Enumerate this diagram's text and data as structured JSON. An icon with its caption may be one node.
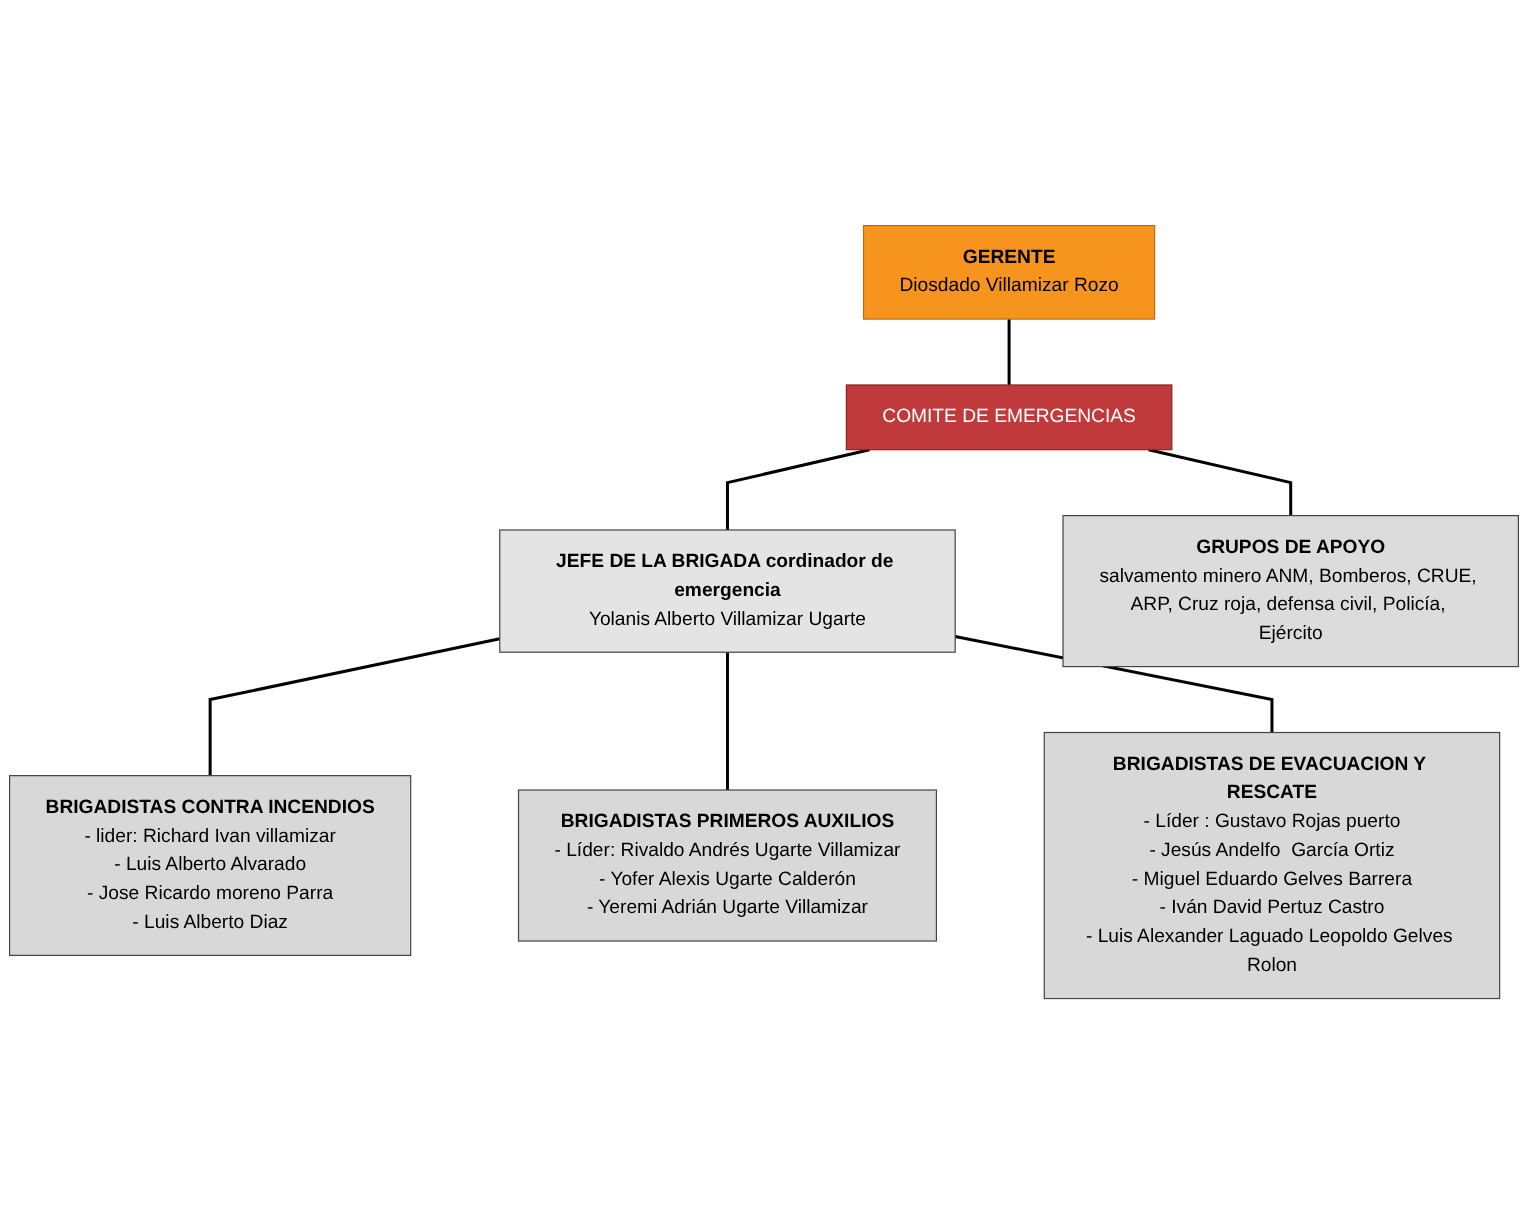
{
  "diagram": {
    "nodes": [
      {
        "text": [
          "GERENTE",
          "Diosdado  Villamizar Rozo"
        ]
      },
      {
        "text": [
          "COMITE DE EMERGENCIAS"
        ]
      },
      {
        "text": [
          "GRUPOS DE APOYO",
          "salvamento minero ANM, Bomberos, CRUE, ARP, Cruz roja, defensa civil, Policía, Ejército"
        ]
      },
      {
        "text": [
          "JEFE DE LA BRIGADA cordinador de emergencia",
          "Yolanis Alberto Villamizar Ugarte"
        ]
      },
      {
        "text": [
          "BRIGADISTAS CONTRA INCENDIOS",
          "- lider: Richard  Ivan villamizar",
          "- Luis Alberto Alvarado",
          "- Jose Ricardo moreno Parra",
          "- Luis Alberto Diaz"
        ]
      },
      {
        "text": [
          "BRIGADISTAS PRIMEROS AUXILIOS",
          "- Líder:  Rivaldo Andrés Ugarte Villamizar",
          "- Yofer Alexis Ugarte Calderón",
          "- Yeremi Adrián Ugarte Villamizar"
        ]
      },
      {
        "text": [
          "BRIGADISTAS DE EVACUACION Y RESCATE",
          "- Líder : Gustavo Rojas puerto",
          "- Jesús Andelfo  García Ortiz",
          "- Miguel Eduardo Gelves Barrera",
          "- Iván David Pertuz Castro",
          "- Luis Alexander Laguado Leopoldo Gelves Rolon"
        ]
      }
    ],
    "edges": [
      {
        "from": 0,
        "to": 1,
        "arrow": "none"
      },
      {
        "from": 1,
        "to": 2,
        "arrow": "none"
      },
      {
        "from": 1,
        "to": 3,
        "arrow": "none"
      },
      {
        "from": 3,
        "to": 4,
        "arrow": "none"
      },
      {
        "from": 3,
        "to": 5,
        "arrow": "none"
      },
      {
        "from": 3,
        "to": 6,
        "arrow": "none"
      }
    ]
  }
}
